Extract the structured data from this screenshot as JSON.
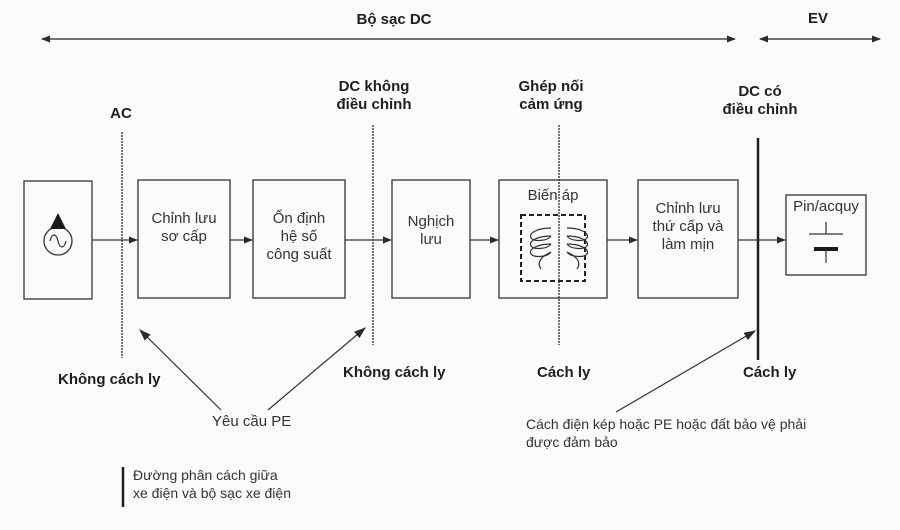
{
  "spans": {
    "dc_charger": "Bộ sạc DC",
    "ev": "EV"
  },
  "boundaries": {
    "ac": "AC",
    "dc_unregulated": [
      "DC không",
      "điều chỉnh"
    ],
    "inductive_coupling": [
      "Ghép nối",
      "cảm ứng"
    ],
    "dc_regulated": [
      "DC có",
      "điều chỉnh"
    ]
  },
  "isolation": {
    "ac_line": "Không cách ly",
    "dc_unregulated_line": "Không cách ly",
    "coupling_line": "Cách ly",
    "dc_regulated_line": "Cách ly"
  },
  "blocks": {
    "ac_source": {
      "icon": "ac-source-icon"
    },
    "primary_rectifier": [
      "Chỉnh lưu",
      "sơ cấp"
    ],
    "pfc": [
      "Ổn định",
      "hệ số",
      "công suất"
    ],
    "inverter": [
      "Nghịch",
      "lưu"
    ],
    "transformer": {
      "title": "Biến áp",
      "icon": "transformer-coil-icon"
    },
    "secondary_rectifier": [
      "Chỉnh lưu",
      "thứ cấp và",
      "làm mịn"
    ],
    "battery": {
      "title": "Pin/acquy",
      "icon": "battery-icon"
    }
  },
  "notes": {
    "pe_required": "Yêu cầu PE",
    "double_insulation": [
      "Cách điện kép hoặc PE hoặc đất bảo vệ phải",
      "được đảm bảo"
    ]
  },
  "legend": {
    "text": [
      "Đường phân cách giữa",
      "xe điện và bộ sạc xe điện"
    ]
  },
  "colors": {
    "line": "#2b2b2b",
    "background": "#fbfbfb"
  }
}
